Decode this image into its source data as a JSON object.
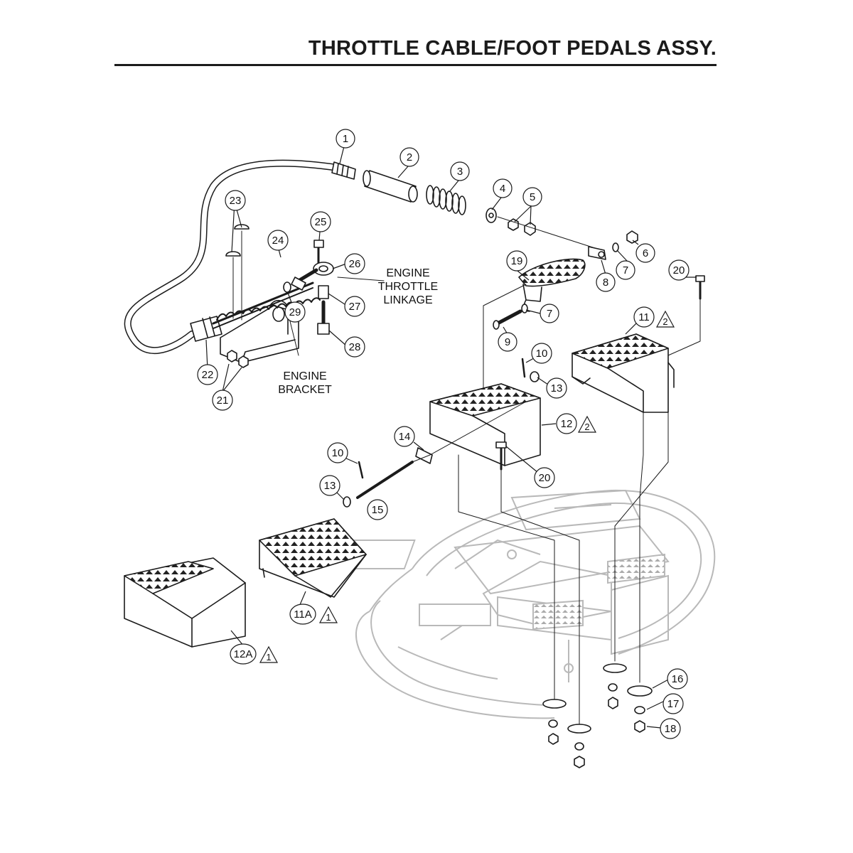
{
  "title": "THROTTLE CABLE/FOOT PEDALS ASSY.",
  "annotations": {
    "engine_throttle_linkage": [
      "ENGINE",
      "THROTTLE",
      "LINKAGE"
    ],
    "engine_bracket": [
      "ENGINE",
      "BRACKET"
    ]
  },
  "callouts": [
    "1",
    "2",
    "3",
    "4",
    "5",
    "6",
    "7",
    "7",
    "8",
    "9",
    "10",
    "10",
    "11",
    "12",
    "13",
    "13",
    "14",
    "15",
    "16",
    "17",
    "18",
    "19",
    "20",
    "20",
    "21",
    "22",
    "23",
    "24",
    "25",
    "26",
    "27",
    "28",
    "29",
    "11A",
    "12A"
  ],
  "revision_marks": [
    "2",
    "2",
    "1",
    "1"
  ],
  "colors": {
    "ink": "#1b1b1b",
    "frame": "#b9b9b9"
  }
}
